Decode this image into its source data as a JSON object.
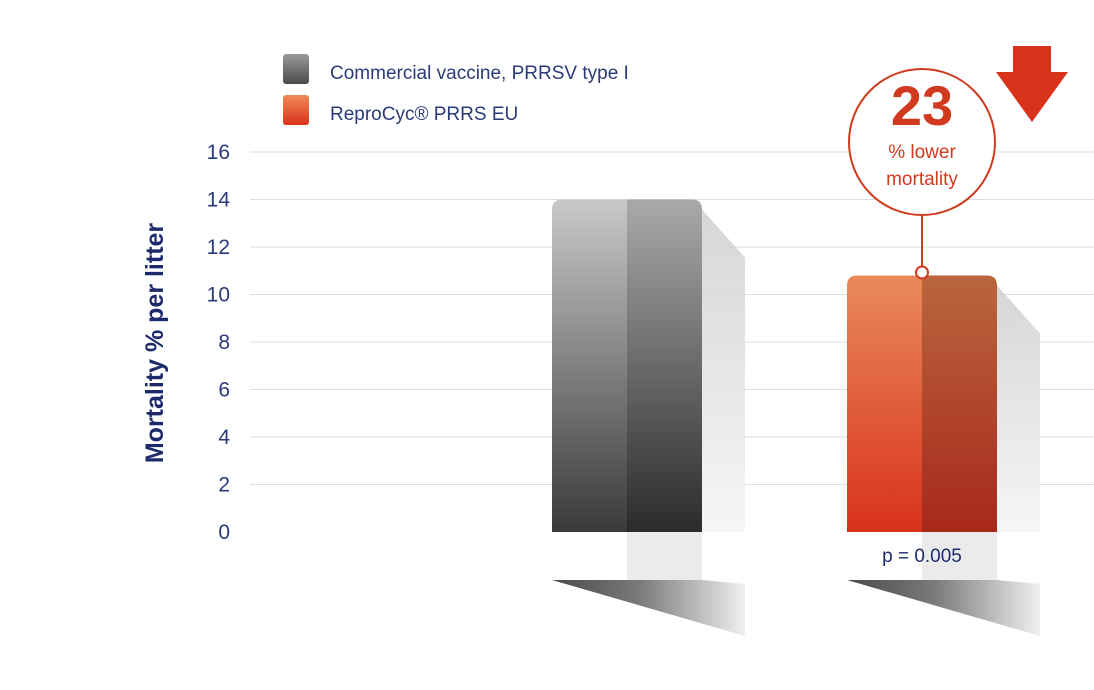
{
  "chart_data": {
    "type": "bar",
    "categories": [
      "Commercial vaccine, PRRSV type I",
      "ReproCyc® PRRS EU"
    ],
    "series": [
      {
        "name": "Commercial vaccine, PRRSV type I",
        "values": [
          14.0,
          null
        ]
      },
      {
        "name": "ReproCyc® PRRS EU",
        "values": [
          null,
          10.8
        ]
      }
    ],
    "values": [
      14.0,
      10.8
    ],
    "title": "",
    "xlabel": "",
    "ylabel": "Mortality % per litter",
    "ylim": [
      0,
      16
    ],
    "yticks": [
      0,
      2,
      4,
      6,
      8,
      10,
      12,
      14,
      16
    ],
    "grid": true,
    "legend_position": "top-left",
    "legend": [
      {
        "label": "Commercial vaccine, PRRSV type I",
        "color": "#6e6e6e"
      },
      {
        "label": "ReproCyc® PRRS EU",
        "color": "#e05a2e"
      }
    ],
    "annotations": {
      "p_value": "p = 0.005",
      "callout_number": "23",
      "callout_line1": "% lower",
      "callout_line2": "mortality"
    },
    "colors": {
      "accent": "#d13a1e",
      "grey_bar": "#6e6e6e",
      "orange_bar": "#e05a2e",
      "text": "#1c2a6b"
    }
  }
}
